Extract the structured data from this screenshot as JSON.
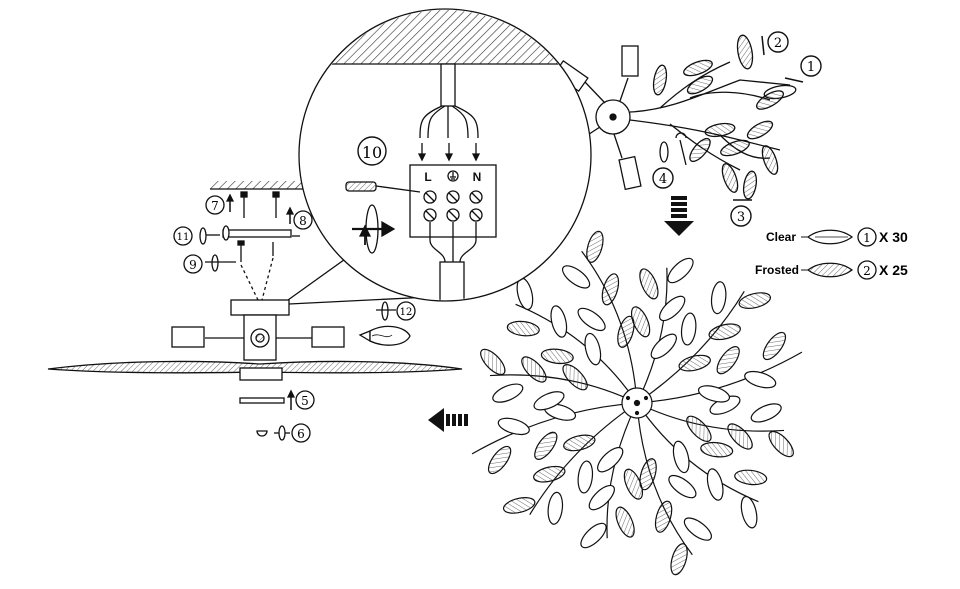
{
  "steps": {
    "s1": "1",
    "s2": "2",
    "s3": "3",
    "s4": "4",
    "s5": "5",
    "s6": "6",
    "s7": "7",
    "s8": "8",
    "s9": "9",
    "s10": "10",
    "s11": "11",
    "s12": "12"
  },
  "terminal": {
    "live": "L",
    "neutral": "N"
  },
  "legend": {
    "clear": {
      "label": "Clear",
      "step": "1",
      "qty": "X 30"
    },
    "frosted": {
      "label": "Frosted",
      "step": "2",
      "qty": "X 25"
    }
  }
}
